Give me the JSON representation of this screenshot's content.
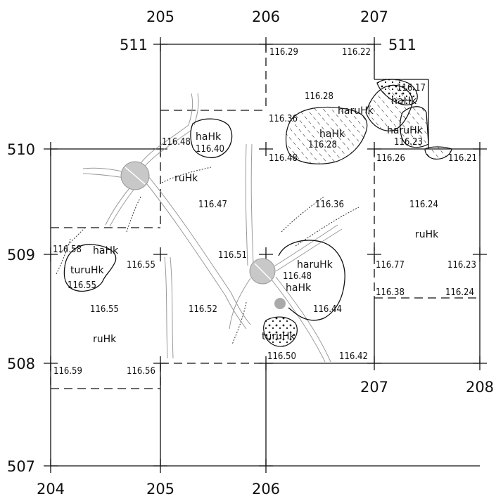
{
  "grid": {
    "x_top": [
      "205",
      "206",
      "207"
    ],
    "x_bottom": [
      "204",
      "205",
      "206"
    ],
    "x_right": [
      "207",
      "208"
    ],
    "y_left": [
      "510",
      "509",
      "508",
      "507"
    ],
    "y_top_left": "511",
    "y_top_right": "511"
  },
  "elevations": [
    "116.29",
    "116.22",
    "116.17",
    "116.28",
    "116.36",
    "116.48",
    "116.40",
    "116.28",
    "116.48",
    "116.23",
    "116.26",
    "116.21",
    "116.47",
    "116.36",
    "116.24",
    "116.58",
    "116.55",
    "116.55",
    "116.51",
    "116.48",
    "116.77",
    "116.23",
    "116.55",
    "116.52",
    "116.44",
    "116.38",
    "116.24",
    "116.50",
    "116.42",
    "116.59",
    "116.56"
  ],
  "zones": [
    "haHk",
    "haruHk",
    "haHk",
    "haruHk",
    "haHk",
    "ruHk",
    "ruHk",
    "haHk",
    "turuHk",
    "haruHk",
    "haHk",
    "turuHk",
    "ruHk"
  ]
}
